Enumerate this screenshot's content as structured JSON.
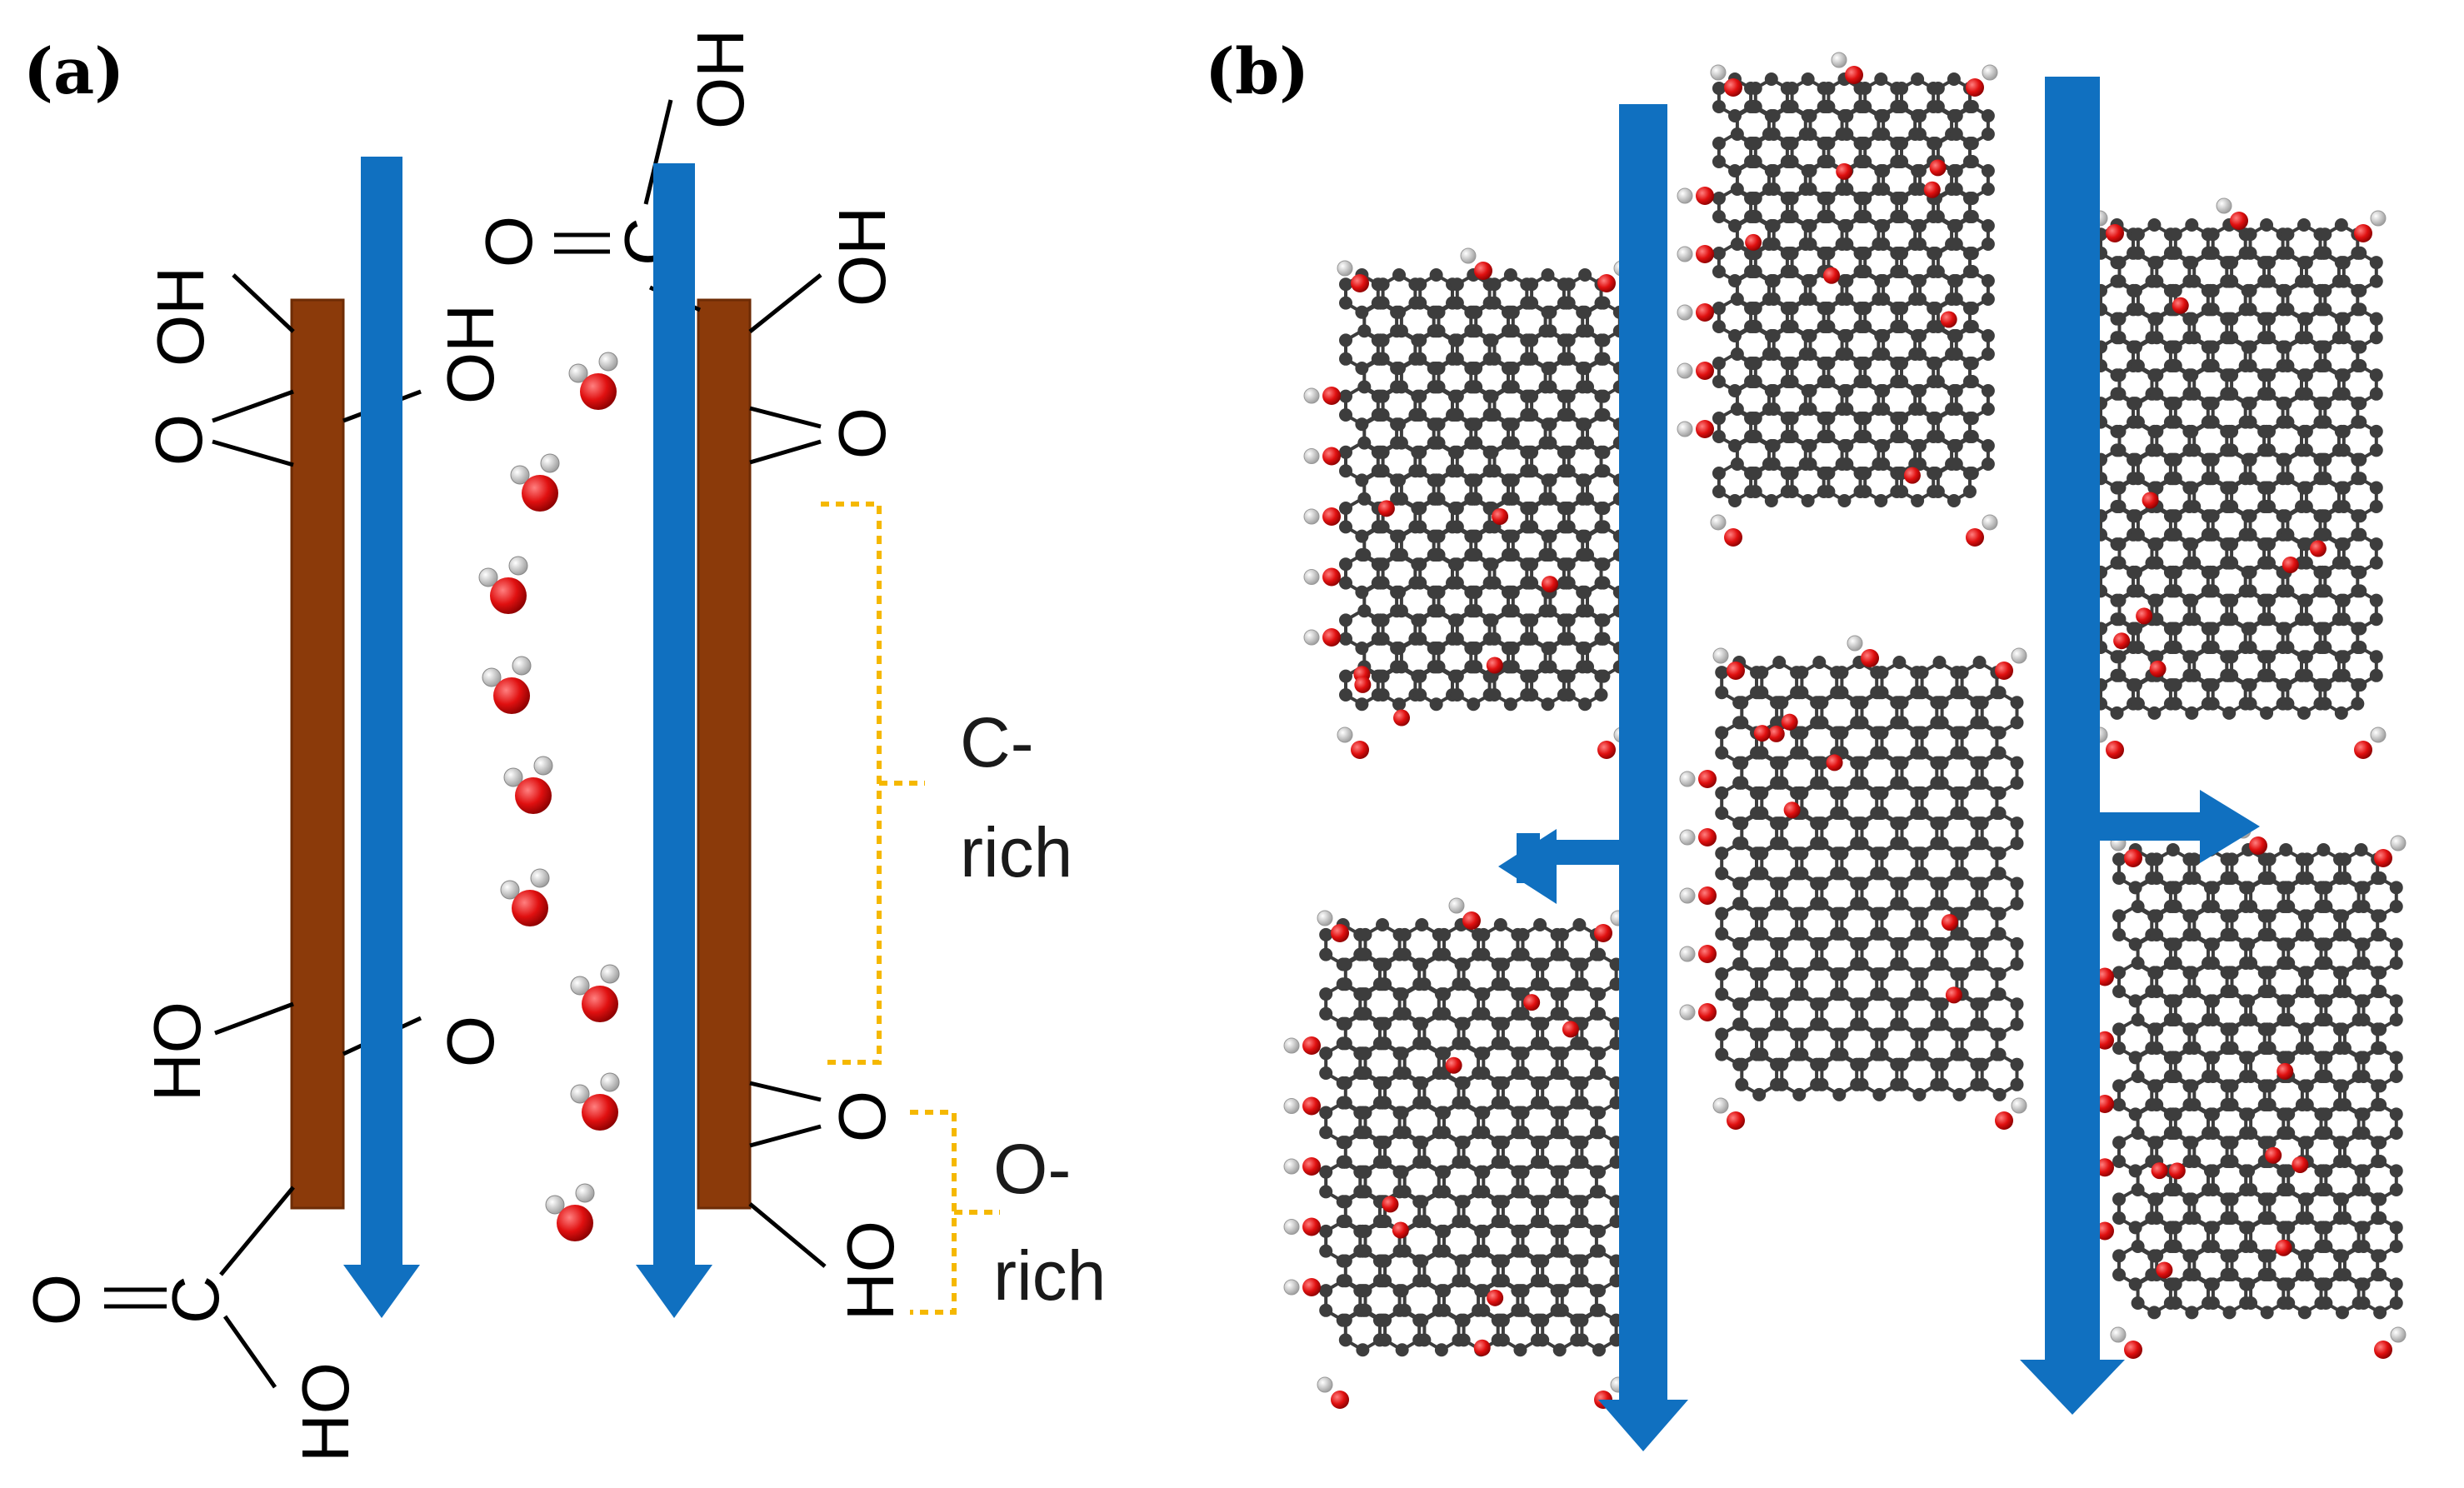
{
  "panel_a": {
    "label": "(a)",
    "groups": {
      "oh": "OH",
      "ho": "HO",
      "o": "O",
      "c": "C"
    },
    "brackets": {
      "c_rich": {
        "line1": "C-",
        "line2": "rich"
      },
      "o_rich": {
        "line1": "O-",
        "line2": "rich"
      }
    },
    "water_molecule_count": 9
  },
  "panel_b": {
    "label": "(b)",
    "graphene_oxide_sheet_count": 6,
    "flow_arrow_count": 2,
    "branch_arrow_count": 2
  },
  "colors": {
    "flow_arrow": "#1070c0",
    "graphene_layer": "#8b3a0a",
    "bracket": "#f5b800",
    "carbon_atom": "#3d3d3d",
    "oxygen_atom": "#e01010",
    "hydrogen_atom": "#eeeeee"
  },
  "icons": {
    "flow_arrow": "arrow-down-icon",
    "water": "water-molecule-icon",
    "sheet": "graphene-oxide-sheet-icon"
  }
}
